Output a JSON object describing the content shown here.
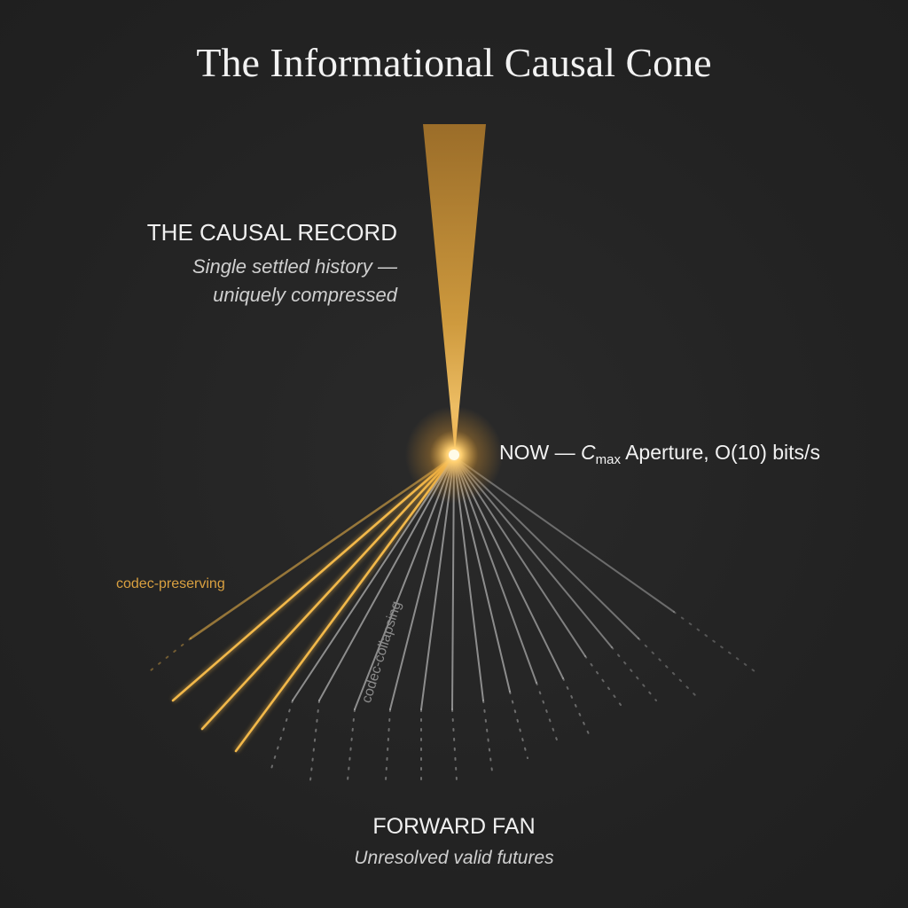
{
  "title": "The Informational Causal Cone",
  "causal_record": {
    "heading": "THE CAUSAL RECORD",
    "line1": "Single settled history —",
    "line2": "uniquely compressed"
  },
  "now": {
    "prefix": "NOW — ",
    "symbol": "C",
    "subscript": "max",
    "suffix": " Aperture, O(10) bits/s"
  },
  "labels": {
    "preserving": "codec-preserving",
    "collapsing": "codec-collapsing"
  },
  "forward_fan": {
    "heading": "FORWARD FAN",
    "subtitle": "Unresolved valid futures"
  },
  "colors": {
    "background": "#232323",
    "gold": "#f2b84a",
    "gray": "#b0b0b0"
  }
}
